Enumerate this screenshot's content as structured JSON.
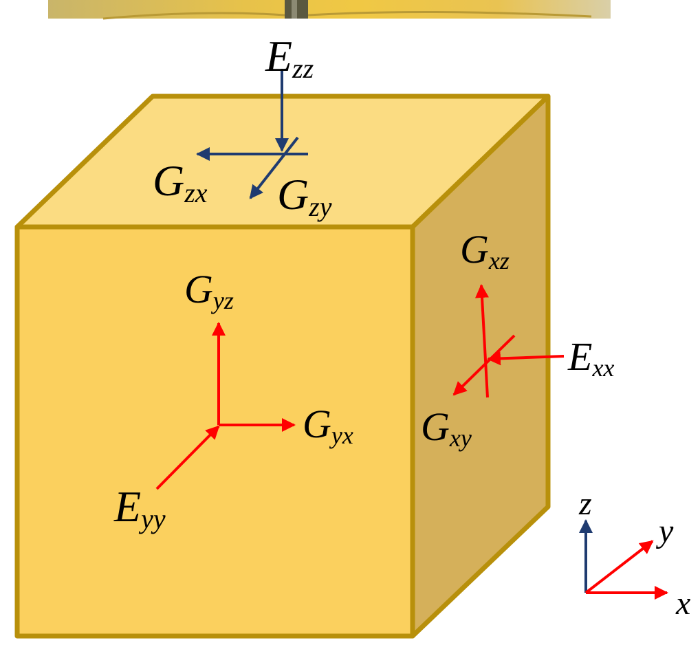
{
  "colors": {
    "top_face": "#fbdc82",
    "front_face": "#fbd05e",
    "side_face": "#d5b05a",
    "edge": "#b8900b",
    "navy": "#1f3b70",
    "red": "#ff0000",
    "photo_band": "#dcbc55",
    "photo_dark": "#5a5840"
  },
  "labels": {
    "ezz": {
      "main": "E",
      "sub": "zz"
    },
    "gzx": {
      "main": "G",
      "sub": "zx"
    },
    "gzy": {
      "main": "G",
      "sub": "zy"
    },
    "gxz": {
      "main": "G",
      "sub": "xz"
    },
    "exx": {
      "main": "E",
      "sub": "xx"
    },
    "gxy": {
      "main": "G",
      "sub": "xy"
    },
    "gyz": {
      "main": "G",
      "sub": "yz"
    },
    "gyx": {
      "main": "G",
      "sub": "yx"
    },
    "eyy": {
      "main": "E",
      "sub": "yy"
    }
  },
  "axes": {
    "x": "x",
    "y": "y",
    "z": "z"
  },
  "icons": {
    "photo_strip": "cropped-photo-strip",
    "cube": "cube-element",
    "triad": "coordinate-triad-icon"
  }
}
